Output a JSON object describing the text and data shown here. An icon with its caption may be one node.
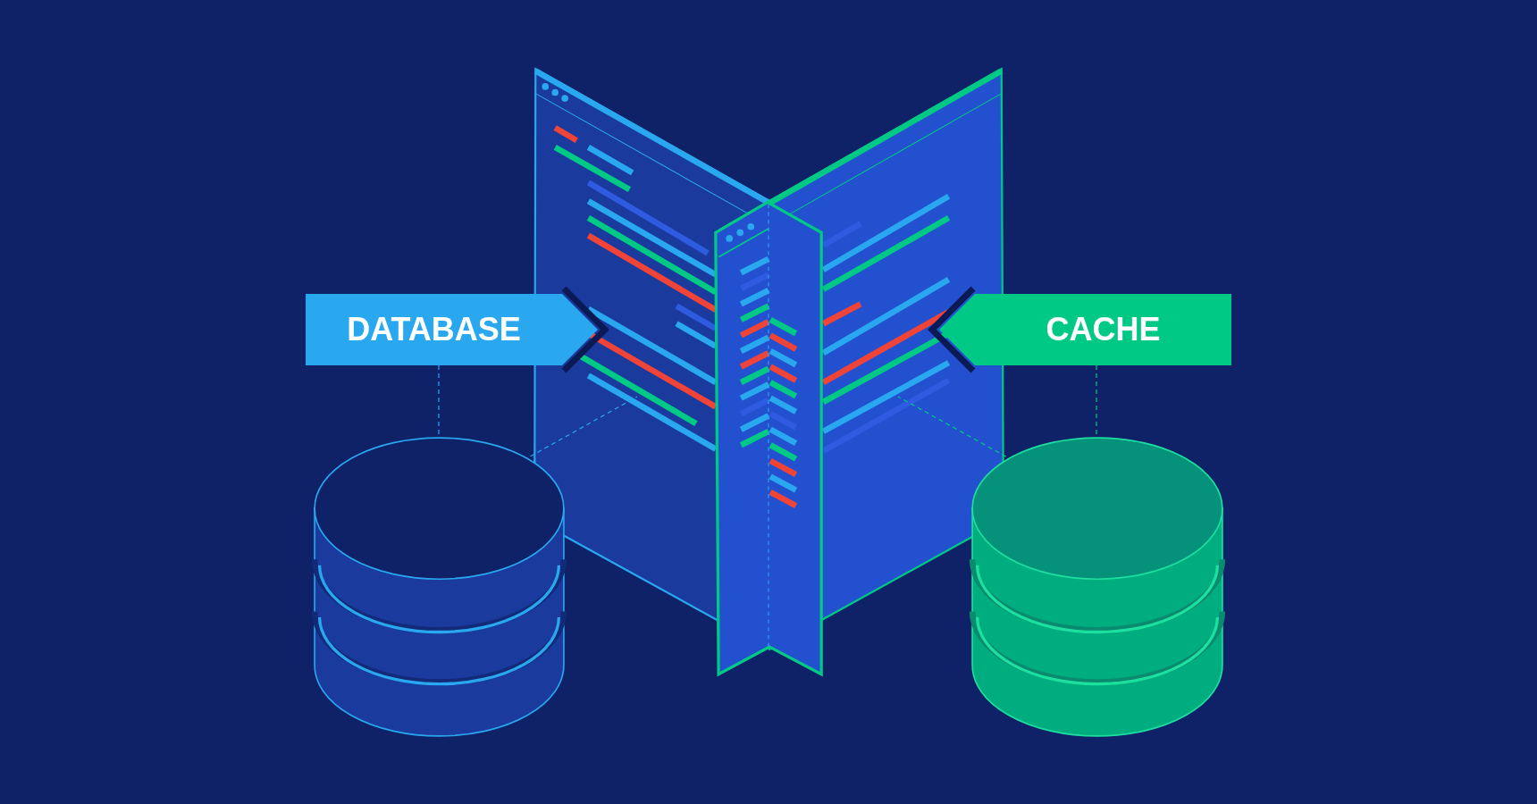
{
  "diagram": {
    "nodes": [
      {
        "text": [
          "DATABASE"
        ]
      },
      {
        "text": [
          "CACHE"
        ]
      },
      {
        "text": [],
        "shape": "cylinder"
      },
      {
        "text": [],
        "shape": "cylinder"
      },
      {
        "text": [],
        "shape": "picture"
      }
    ],
    "edges": [
      {
        "from": 0,
        "to": 2,
        "arrow": "none",
        "style": "dashed",
        "color": "#29a8f0"
      },
      {
        "from": 1,
        "to": 3,
        "arrow": "none",
        "style": "dashed",
        "color": "#00c985"
      },
      {
        "from": 2,
        "to": 4,
        "arrow": "none",
        "style": "dashed",
        "color": "#29a8f0"
      },
      {
        "from": 3,
        "to": 4,
        "arrow": "none",
        "style": "dashed",
        "color": "#00c985"
      }
    ]
  }
}
